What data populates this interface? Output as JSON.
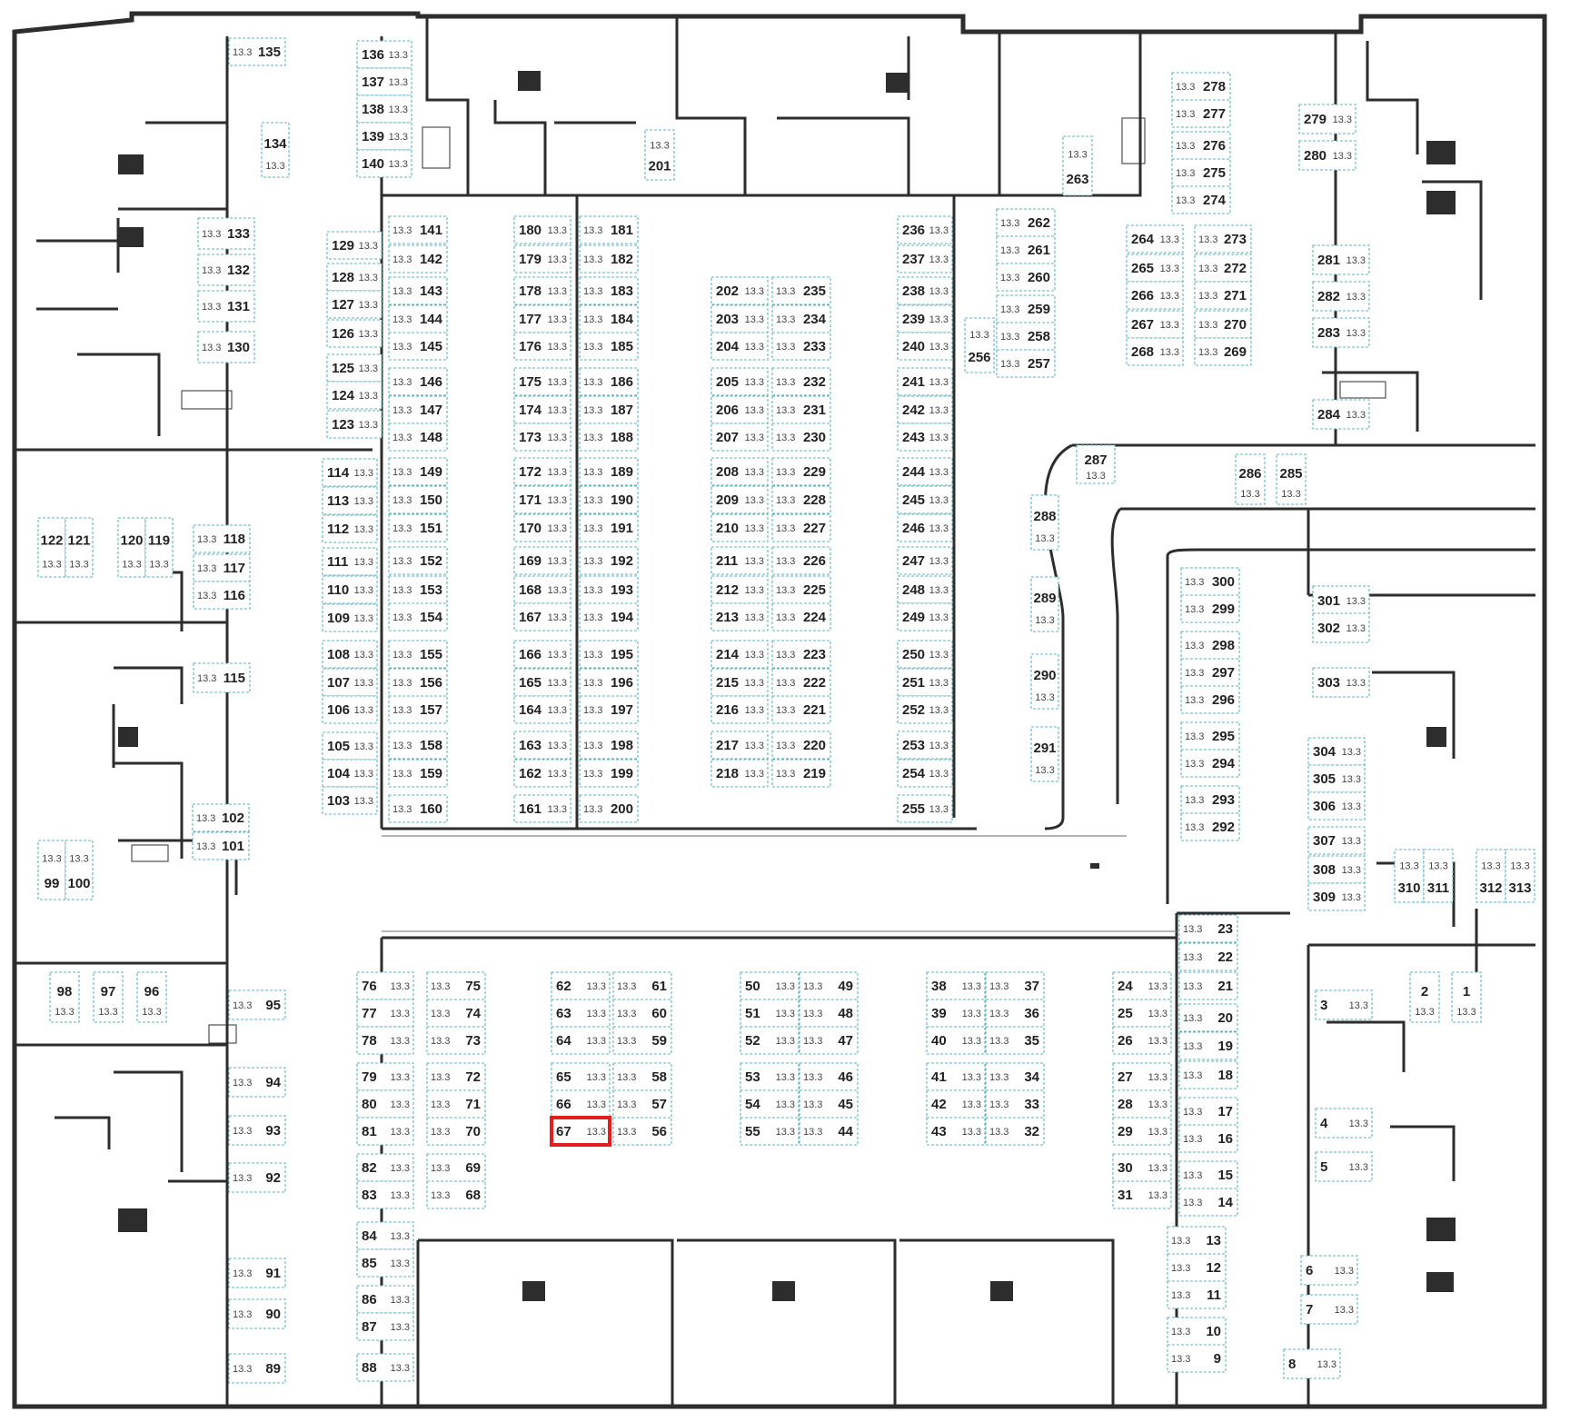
{
  "colors": {
    "wall": "#2d2d2d",
    "spot_border": "#5fb3bf",
    "selected": "#e02020"
  },
  "selected_spot": "67",
  "spots": [
    {
      "n": "1",
      "a": "13.3"
    },
    {
      "n": "2",
      "a": "13.3"
    },
    {
      "n": "3",
      "a": "13.3"
    },
    {
      "n": "4",
      "a": "13.3"
    },
    {
      "n": "5",
      "a": "13.3"
    },
    {
      "n": "6",
      "a": "13.3"
    },
    {
      "n": "7",
      "a": "13.3"
    },
    {
      "n": "8",
      "a": "13.3"
    },
    {
      "n": "9",
      "a": "13.3"
    },
    {
      "n": "10",
      "a": "13.3"
    },
    {
      "n": "11",
      "a": "13.3"
    },
    {
      "n": "12",
      "a": "13.3"
    },
    {
      "n": "13",
      "a": "13.3"
    },
    {
      "n": "14",
      "a": "13.3"
    },
    {
      "n": "15",
      "a": "13.3"
    },
    {
      "n": "16",
      "a": "13.3"
    },
    {
      "n": "17",
      "a": "13.3"
    },
    {
      "n": "18",
      "a": "13.3"
    },
    {
      "n": "19",
      "a": "13.3"
    },
    {
      "n": "20",
      "a": "13.3"
    },
    {
      "n": "21",
      "a": "13.3"
    },
    {
      "n": "22",
      "a": "13.3"
    },
    {
      "n": "23",
      "a": "13.3"
    },
    {
      "n": "24",
      "a": "13.3"
    },
    {
      "n": "25",
      "a": "13.3"
    },
    {
      "n": "26",
      "a": "13.3"
    },
    {
      "n": "27",
      "a": "13.3"
    },
    {
      "n": "28",
      "a": "13.3"
    },
    {
      "n": "29",
      "a": "13.3"
    },
    {
      "n": "30",
      "a": "13.3"
    },
    {
      "n": "31",
      "a": "13.3"
    },
    {
      "n": "32",
      "a": "13.3"
    },
    {
      "n": "33",
      "a": "13.3"
    },
    {
      "n": "34",
      "a": "13.3"
    },
    {
      "n": "35",
      "a": "13.3"
    },
    {
      "n": "36",
      "a": "13.3"
    },
    {
      "n": "37",
      "a": "13.3"
    },
    {
      "n": "38",
      "a": "13.3"
    },
    {
      "n": "39",
      "a": "13.3"
    },
    {
      "n": "40",
      "a": "13.3"
    },
    {
      "n": "41",
      "a": "13.3"
    },
    {
      "n": "42",
      "a": "13.3"
    },
    {
      "n": "43",
      "a": "13.3"
    },
    {
      "n": "44",
      "a": "13.3"
    },
    {
      "n": "45",
      "a": "13.3"
    },
    {
      "n": "46",
      "a": "13.3"
    },
    {
      "n": "47",
      "a": "13.3"
    },
    {
      "n": "48",
      "a": "13.3"
    },
    {
      "n": "49",
      "a": "13.3"
    },
    {
      "n": "50",
      "a": "13.3"
    },
    {
      "n": "51",
      "a": "13.3"
    },
    {
      "n": "52",
      "a": "13.3"
    },
    {
      "n": "53",
      "a": "13.3"
    },
    {
      "n": "54",
      "a": "13.3"
    },
    {
      "n": "55",
      "a": "13.3"
    },
    {
      "n": "56",
      "a": "13.3"
    },
    {
      "n": "57",
      "a": "13.3"
    },
    {
      "n": "58",
      "a": "13.3"
    },
    {
      "n": "59",
      "a": "13.3"
    },
    {
      "n": "60",
      "a": "13.3"
    },
    {
      "n": "61",
      "a": "13.3"
    },
    {
      "n": "62",
      "a": "13.3"
    },
    {
      "n": "63",
      "a": "13.3"
    },
    {
      "n": "64",
      "a": "13.3"
    },
    {
      "n": "65",
      "a": "13.3"
    },
    {
      "n": "66",
      "a": "13.3"
    },
    {
      "n": "67",
      "a": "13.3"
    },
    {
      "n": "68",
      "a": "13.3"
    },
    {
      "n": "69",
      "a": "13.3"
    },
    {
      "n": "70",
      "a": "13.3"
    },
    {
      "n": "71",
      "a": "13.3"
    },
    {
      "n": "72",
      "a": "13.3"
    },
    {
      "n": "73",
      "a": "13.3"
    },
    {
      "n": "74",
      "a": "13.3"
    },
    {
      "n": "75",
      "a": "13.3"
    },
    {
      "n": "76",
      "a": "13.3"
    },
    {
      "n": "77",
      "a": "13.3"
    },
    {
      "n": "78",
      "a": "13.3"
    },
    {
      "n": "79",
      "a": "13.3"
    },
    {
      "n": "80",
      "a": "13.3"
    },
    {
      "n": "81",
      "a": "13.3"
    },
    {
      "n": "82",
      "a": "13.3"
    },
    {
      "n": "83",
      "a": "13.3"
    },
    {
      "n": "84",
      "a": "13.3"
    },
    {
      "n": "85",
      "a": "13.3"
    },
    {
      "n": "86",
      "a": "13.3"
    },
    {
      "n": "87",
      "a": "13.3"
    },
    {
      "n": "88",
      "a": "13.3"
    },
    {
      "n": "89",
      "a": "13.3"
    },
    {
      "n": "90",
      "a": "13.3"
    },
    {
      "n": "91",
      "a": "13.3"
    },
    {
      "n": "92",
      "a": "13.3"
    },
    {
      "n": "93",
      "a": "13.3"
    },
    {
      "n": "94",
      "a": "13.3"
    },
    {
      "n": "95",
      "a": "13.3"
    },
    {
      "n": "96",
      "a": "13.3"
    },
    {
      "n": "97",
      "a": "13.3"
    },
    {
      "n": "98",
      "a": "13.3"
    },
    {
      "n": "99",
      "a": "13.3"
    },
    {
      "n": "100",
      "a": "13.3"
    },
    {
      "n": "101",
      "a": "13.3"
    },
    {
      "n": "102",
      "a": "13.3"
    },
    {
      "n": "103",
      "a": "13.3"
    },
    {
      "n": "104",
      "a": "13.3"
    },
    {
      "n": "105",
      "a": "13.3"
    },
    {
      "n": "106",
      "a": "13.3"
    },
    {
      "n": "107",
      "a": "13.3"
    },
    {
      "n": "108",
      "a": "13.3"
    },
    {
      "n": "109",
      "a": "13.3"
    },
    {
      "n": "110",
      "a": "13.3"
    },
    {
      "n": "111",
      "a": "13.3"
    },
    {
      "n": "112",
      "a": "13.3"
    },
    {
      "n": "113",
      "a": "13.3"
    },
    {
      "n": "114",
      "a": "13.3"
    },
    {
      "n": "115",
      "a": "13.3"
    },
    {
      "n": "116",
      "a": "13.3"
    },
    {
      "n": "117",
      "a": "13.3"
    },
    {
      "n": "118",
      "a": "13.3"
    },
    {
      "n": "119",
      "a": "13.3"
    },
    {
      "n": "120",
      "a": "13.3"
    },
    {
      "n": "121",
      "a": "13.3"
    },
    {
      "n": "122",
      "a": "13.3"
    },
    {
      "n": "123",
      "a": "13.3"
    },
    {
      "n": "124",
      "a": "13.3"
    },
    {
      "n": "125",
      "a": "13.3"
    },
    {
      "n": "126",
      "a": "13.3"
    },
    {
      "n": "127",
      "a": "13.3"
    },
    {
      "n": "128",
      "a": "13.3"
    },
    {
      "n": "129",
      "a": "13.3"
    },
    {
      "n": "130",
      "a": "13.3"
    },
    {
      "n": "131",
      "a": "13.3"
    },
    {
      "n": "132",
      "a": "13.3"
    },
    {
      "n": "133",
      "a": "13.3"
    },
    {
      "n": "134",
      "a": "13.3"
    },
    {
      "n": "135",
      "a": "13.3"
    },
    {
      "n": "136",
      "a": "13.3"
    },
    {
      "n": "137",
      "a": "13.3"
    },
    {
      "n": "138",
      "a": "13.3"
    },
    {
      "n": "139",
      "a": "13.3"
    },
    {
      "n": "140",
      "a": "13.3"
    },
    {
      "n": "141",
      "a": "13.3"
    },
    {
      "n": "142",
      "a": "13.3"
    },
    {
      "n": "143",
      "a": "13.3"
    },
    {
      "n": "144",
      "a": "13.3"
    },
    {
      "n": "145",
      "a": "13.3"
    },
    {
      "n": "146",
      "a": "13.3"
    },
    {
      "n": "147",
      "a": "13.3"
    },
    {
      "n": "148",
      "a": "13.3"
    },
    {
      "n": "149",
      "a": "13.3"
    },
    {
      "n": "150",
      "a": "13.3"
    },
    {
      "n": "151",
      "a": "13.3"
    },
    {
      "n": "152",
      "a": "13.3"
    },
    {
      "n": "153",
      "a": "13.3"
    },
    {
      "n": "154",
      "a": "13.3"
    },
    {
      "n": "155",
      "a": "13.3"
    },
    {
      "n": "156",
      "a": "13.3"
    },
    {
      "n": "157",
      "a": "13.3"
    },
    {
      "n": "158",
      "a": "13.3"
    },
    {
      "n": "159",
      "a": "13.3"
    },
    {
      "n": "160",
      "a": "13.3"
    },
    {
      "n": "161",
      "a": "13.3"
    },
    {
      "n": "162",
      "a": "13.3"
    },
    {
      "n": "163",
      "a": "13.3"
    },
    {
      "n": "164",
      "a": "13.3"
    },
    {
      "n": "165",
      "a": "13.3"
    },
    {
      "n": "166",
      "a": "13.3"
    },
    {
      "n": "167",
      "a": "13.3"
    },
    {
      "n": "168",
      "a": "13.3"
    },
    {
      "n": "169",
      "a": "13.3"
    },
    {
      "n": "170",
      "a": "13.3"
    },
    {
      "n": "171",
      "a": "13.3"
    },
    {
      "n": "172",
      "a": "13.3"
    },
    {
      "n": "173",
      "a": "13.3"
    },
    {
      "n": "174",
      "a": "13.3"
    },
    {
      "n": "175",
      "a": "13.3"
    },
    {
      "n": "176",
      "a": "13.3"
    },
    {
      "n": "177",
      "a": "13.3"
    },
    {
      "n": "178",
      "a": "13.3"
    },
    {
      "n": "179",
      "a": "13.3"
    },
    {
      "n": "180",
      "a": "13.3"
    },
    {
      "n": "181",
      "a": "13.3"
    },
    {
      "n": "182",
      "a": "13.3"
    },
    {
      "n": "183",
      "a": "13.3"
    },
    {
      "n": "184",
      "a": "13.3"
    },
    {
      "n": "185",
      "a": "13.3"
    },
    {
      "n": "186",
      "a": "13.3"
    },
    {
      "n": "187",
      "a": "13.3"
    },
    {
      "n": "188",
      "a": "13.3"
    },
    {
      "n": "189",
      "a": "13.3"
    },
    {
      "n": "190",
      "a": "13.3"
    },
    {
      "n": "191",
      "a": "13.3"
    },
    {
      "n": "192",
      "a": "13.3"
    },
    {
      "n": "193",
      "a": "13.3"
    },
    {
      "n": "194",
      "a": "13.3"
    },
    {
      "n": "195",
      "a": "13.3"
    },
    {
      "n": "196",
      "a": "13.3"
    },
    {
      "n": "197",
      "a": "13.3"
    },
    {
      "n": "198",
      "a": "13.3"
    },
    {
      "n": "199",
      "a": "13.3"
    },
    {
      "n": "200",
      "a": "13.3"
    },
    {
      "n": "201",
      "a": "13.3"
    },
    {
      "n": "202",
      "a": "13.3"
    },
    {
      "n": "203",
      "a": "13.3"
    },
    {
      "n": "204",
      "a": "13.3"
    },
    {
      "n": "205",
      "a": "13.3"
    },
    {
      "n": "206",
      "a": "13.3"
    },
    {
      "n": "207",
      "a": "13.3"
    },
    {
      "n": "208",
      "a": "13.3"
    },
    {
      "n": "209",
      "a": "13.3"
    },
    {
      "n": "210",
      "a": "13.3"
    },
    {
      "n": "211",
      "a": "13.3"
    },
    {
      "n": "212",
      "a": "13.3"
    },
    {
      "n": "213",
      "a": "13.3"
    },
    {
      "n": "214",
      "a": "13.3"
    },
    {
      "n": "215",
      "a": "13.3"
    },
    {
      "n": "216",
      "a": "13.3"
    },
    {
      "n": "217",
      "a": "13.3"
    },
    {
      "n": "218",
      "a": "13.3"
    },
    {
      "n": "219",
      "a": "13.3"
    },
    {
      "n": "220",
      "a": "13.3"
    },
    {
      "n": "221",
      "a": "13.3"
    },
    {
      "n": "222",
      "a": "13.3"
    },
    {
      "n": "223",
      "a": "13.3"
    },
    {
      "n": "224",
      "a": "13.3"
    },
    {
      "n": "225",
      "a": "13.3"
    },
    {
      "n": "226",
      "a": "13.3"
    },
    {
      "n": "227",
      "a": "13.3"
    },
    {
      "n": "228",
      "a": "13.3"
    },
    {
      "n": "229",
      "a": "13.3"
    },
    {
      "n": "230",
      "a": "13.3"
    },
    {
      "n": "231",
      "a": "13.3"
    },
    {
      "n": "232",
      "a": "13.3"
    },
    {
      "n": "233",
      "a": "13.3"
    },
    {
      "n": "234",
      "a": "13.3"
    },
    {
      "n": "235",
      "a": "13.3"
    },
    {
      "n": "236",
      "a": "13.3"
    },
    {
      "n": "237",
      "a": "13.3"
    },
    {
      "n": "238",
      "a": "13.3"
    },
    {
      "n": "239",
      "a": "13.3"
    },
    {
      "n": "240",
      "a": "13.3"
    },
    {
      "n": "241",
      "a": "13.3"
    },
    {
      "n": "242",
      "a": "13.3"
    },
    {
      "n": "243",
      "a": "13.3"
    },
    {
      "n": "244",
      "a": "13.3"
    },
    {
      "n": "245",
      "a": "13.3"
    },
    {
      "n": "246",
      "a": "13.3"
    },
    {
      "n": "247",
      "a": "13.3"
    },
    {
      "n": "248",
      "a": "13.3"
    },
    {
      "n": "249",
      "a": "13.3"
    },
    {
      "n": "250",
      "a": "13.3"
    },
    {
      "n": "251",
      "a": "13.3"
    },
    {
      "n": "252",
      "a": "13.3"
    },
    {
      "n": "253",
      "a": "13.3"
    },
    {
      "n": "254",
      "a": "13.3"
    },
    {
      "n": "255",
      "a": "13.3"
    },
    {
      "n": "256",
      "a": "13.3"
    },
    {
      "n": "257",
      "a": "13.3"
    },
    {
      "n": "258",
      "a": "13.3"
    },
    {
      "n": "259",
      "a": "13.3"
    },
    {
      "n": "260",
      "a": "13.3"
    },
    {
      "n": "261",
      "a": "13.3"
    },
    {
      "n": "262",
      "a": "13.3"
    },
    {
      "n": "263",
      "a": "13.3"
    },
    {
      "n": "264",
      "a": "13.3"
    },
    {
      "n": "265",
      "a": "13.3"
    },
    {
      "n": "266",
      "a": "13.3"
    },
    {
      "n": "267",
      "a": "13.3"
    },
    {
      "n": "268",
      "a": "13.3"
    },
    {
      "n": "269",
      "a": "13.3"
    },
    {
      "n": "270",
      "a": "13.3"
    },
    {
      "n": "271",
      "a": "13.3"
    },
    {
      "n": "272",
      "a": "13.3"
    },
    {
      "n": "273",
      "a": "13.3"
    },
    {
      "n": "274",
      "a": "13.3"
    },
    {
      "n": "275",
      "a": "13.3"
    },
    {
      "n": "276",
      "a": "13.3"
    },
    {
      "n": "277",
      "a": "13.3"
    },
    {
      "n": "278",
      "a": "13.3"
    },
    {
      "n": "279",
      "a": "13.3"
    },
    {
      "n": "280",
      "a": "13.3"
    },
    {
      "n": "281",
      "a": "13.3"
    },
    {
      "n": "282",
      "a": "13.3"
    },
    {
      "n": "283",
      "a": "13.3"
    },
    {
      "n": "284",
      "a": "13.3"
    },
    {
      "n": "285",
      "a": "13.3"
    },
    {
      "n": "286",
      "a": "13.3"
    },
    {
      "n": "287",
      "a": "13.3"
    },
    {
      "n": "288",
      "a": "13.3"
    },
    {
      "n": "289",
      "a": "13.3"
    },
    {
      "n": "290",
      "a": "13.3"
    },
    {
      "n": "291",
      "a": "13.3"
    },
    {
      "n": "292",
      "a": "13.3"
    },
    {
      "n": "293",
      "a": "13.3"
    },
    {
      "n": "294",
      "a": "13.3"
    },
    {
      "n": "295",
      "a": "13.3"
    },
    {
      "n": "296",
      "a": "13.3"
    },
    {
      "n": "297",
      "a": "13.3"
    },
    {
      "n": "298",
      "a": "13.3"
    },
    {
      "n": "299",
      "a": "13.3"
    },
    {
      "n": "300",
      "a": "13.3"
    },
    {
      "n": "301",
      "a": "13.3"
    },
    {
      "n": "302",
      "a": "13.3"
    },
    {
      "n": "303",
      "a": "13.3"
    },
    {
      "n": "304",
      "a": "13.3"
    },
    {
      "n": "305",
      "a": "13.3"
    },
    {
      "n": "306",
      "a": "13.3"
    },
    {
      "n": "307",
      "a": "13.3"
    },
    {
      "n": "308",
      "a": "13.3"
    },
    {
      "n": "309",
      "a": "13.3"
    },
    {
      "n": "310",
      "a": "13.3"
    },
    {
      "n": "311",
      "a": "13.3"
    },
    {
      "n": "312",
      "a": "13.3"
    },
    {
      "n": "313",
      "a": "13.3"
    }
  ]
}
